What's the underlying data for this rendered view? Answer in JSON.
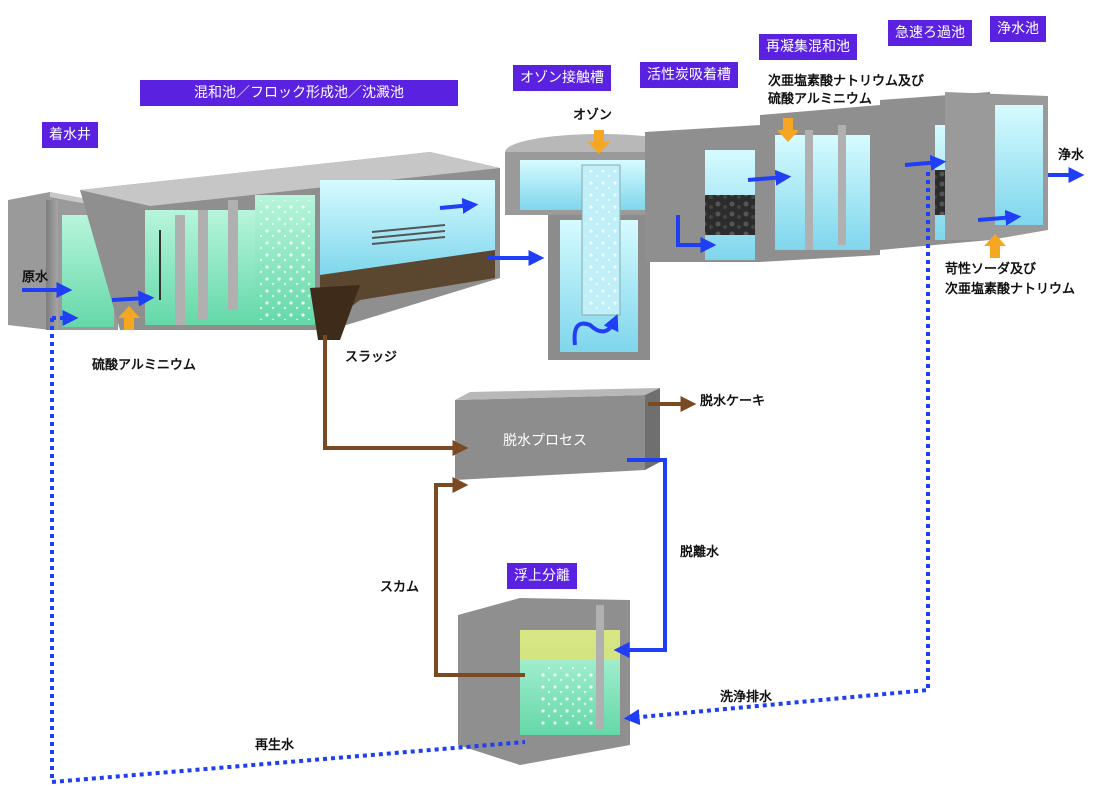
{
  "tags": {
    "receiving_well": "着水井",
    "mixing_floc_settling": "混和池／フロック形成池／沈澱池",
    "ozone_contact": "オゾン接触槽",
    "activated_carbon": "活性炭吸着槽",
    "recoagulation": "再凝集混和池",
    "rapid_filtration": "急速ろ過池",
    "clean_water_basin": "浄水池",
    "flotation": "浮上分離"
  },
  "labels": {
    "raw_water": "原水",
    "aluminum_sulfate_1": "硫酸アルミニウム",
    "sludge": "スラッジ",
    "ozone": "オゾン",
    "hypochlorite_alum_1": "次亜塩素酸ナトリウム及び",
    "hypochlorite_alum_2": "硫酸アルミニウム",
    "clean_water": "浄水",
    "caustic_1": "苛性ソーダ及び",
    "caustic_2": "次亜塩素酸ナトリウム",
    "dewatered_cake": "脱水ケーキ",
    "dewatering_process": "脱水プロセス",
    "separated_water": "脱離水",
    "scum": "スカム",
    "wash_drain": "洗浄排水",
    "recycled_water": "再生水"
  },
  "colors": {
    "tag_bg": "#5a22e0",
    "water_flow": "#1f3ef5",
    "sludge_flow": "#7a4a22",
    "chemical_arrow": "#f5a623",
    "concrete": "#8c8c8c",
    "water": "#9fe8e0"
  }
}
